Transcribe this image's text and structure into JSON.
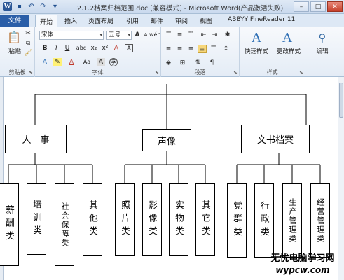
{
  "window": {
    "title": "2.1.2档案归档范围.doc [兼容模式] - Microsoft Word(产品激活失败)",
    "logo_letter": "W"
  },
  "tabs": {
    "file": "文件",
    "items": [
      "开始",
      "插入",
      "页面布局",
      "引用",
      "邮件",
      "审阅",
      "视图",
      "ABBYY FineReader 11"
    ]
  },
  "ribbon": {
    "clipboard": {
      "paste": "粘贴",
      "group": "剪贴板"
    },
    "font": {
      "name": "宋体",
      "size": "五号",
      "bold": "B",
      "italic": "I",
      "underline": "U",
      "strike": "abc",
      "sub": "x₂",
      "sup": "x²",
      "clear": "A",
      "group": "字体",
      "grow": "A",
      "shrink": "A",
      "aa": "Aa",
      "phonetic": "wén",
      "border_char": "A"
    },
    "paragraph": {
      "group": "段落"
    },
    "styles": {
      "quick": "快速样式",
      "change": "更改样式",
      "group": "样式"
    },
    "editing": {
      "label": "编辑"
    }
  },
  "diagram": {
    "mid": [
      "人　事",
      "声像",
      "文书档案"
    ],
    "leaves": [
      [
        "薪酬类",
        "培训类",
        "社会保障类",
        "其他类"
      ],
      [
        "照片类",
        "影像类",
        "实物类",
        "其它类"
      ],
      [
        "党群类",
        "行政类",
        "生产管理类",
        "经营管理类"
      ]
    ]
  },
  "watermark": {
    "line1": "无忧电脑学习网",
    "line2": "wypcw.com"
  }
}
